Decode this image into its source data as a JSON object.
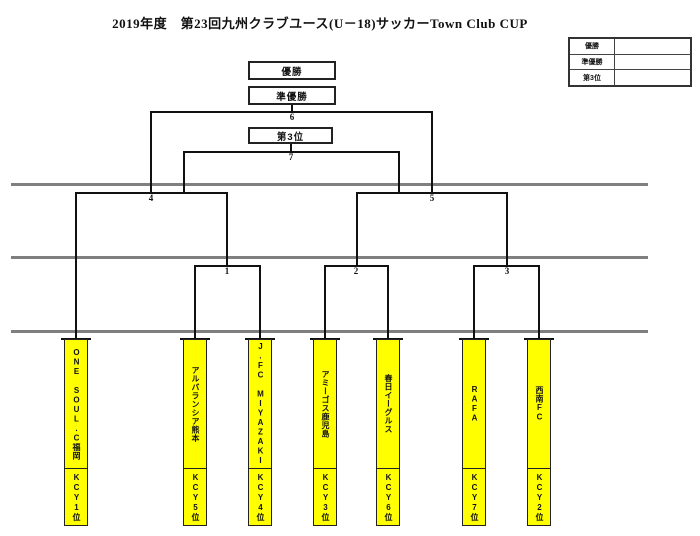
{
  "title": "2019年度　第23回九州クラブユース(U－18)サッカーTown Club CUP",
  "placements": {
    "champion": "優勝",
    "runner_up": "準優勝",
    "third_place": "第3位"
  },
  "legend": {
    "rows": [
      {
        "label": "優勝",
        "value": ""
      },
      {
        "label": "準優勝",
        "value": ""
      },
      {
        "label": "第3位",
        "value": ""
      }
    ]
  },
  "match_numbers": {
    "qf1": "1",
    "qf2": "2",
    "qf3": "3",
    "semi_left": "4",
    "semi_right": "5",
    "final": "6",
    "third_place": "7"
  },
  "teams": [
    {
      "name": "ONE SOUL.C福岡",
      "seed": "KCY1位"
    },
    {
      "name": "アルバランシア熊本",
      "seed": "KCY5位"
    },
    {
      "name": "J.FC MIYAZAKI",
      "seed": "KCY4位"
    },
    {
      "name": "アミーゴス鹿児島",
      "seed": "KCY3位"
    },
    {
      "name": "春日イーグルス",
      "seed": "KCY6位"
    },
    {
      "name": "RAFA",
      "seed": "KCY7位"
    },
    {
      "name": "西南FC",
      "seed": "KCY2位"
    }
  ],
  "colors": {
    "team_box": "#ffff00",
    "bracket_line": "#111111",
    "separator_line": "#7f7f7f",
    "background": "#ffffff"
  }
}
